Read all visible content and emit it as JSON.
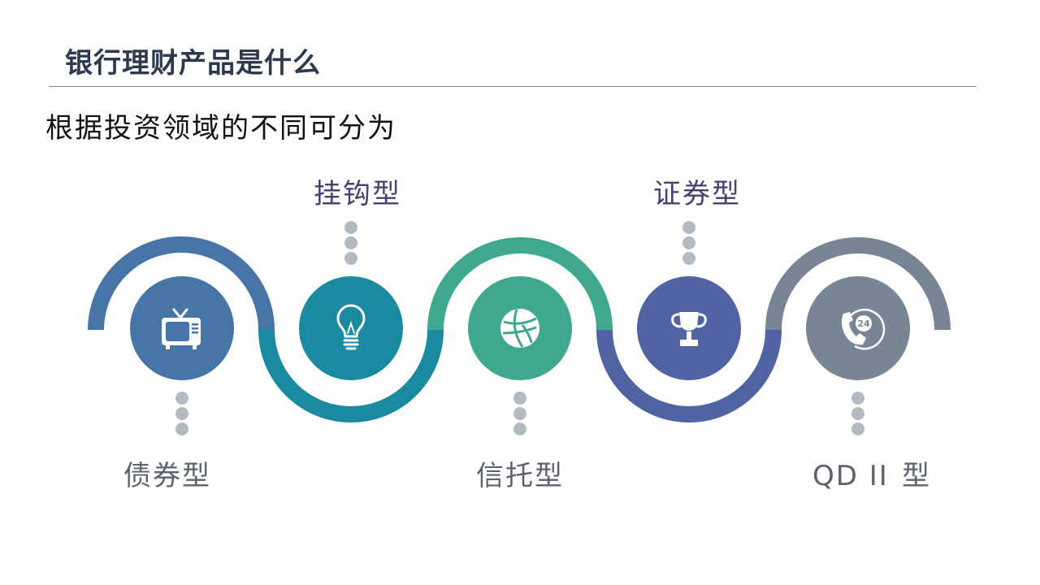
{
  "title": "银行理财产品是什么",
  "subtitle": "根据投资领域的不同可分为",
  "colors": {
    "title": "#2b3a4e",
    "dots": "#b3b9c2",
    "label_top": "#4a3f73",
    "label_bottom": "#5d6270"
  },
  "steps": [
    {
      "label": "债券型",
      "icon": "tv-icon",
      "color": "#4775a8"
    },
    {
      "label": "挂钩型",
      "icon": "lightbulb-icon",
      "color": "#1a8aa0"
    },
    {
      "label": "信托型",
      "icon": "basketball-icon",
      "color": "#3fa88f"
    },
    {
      "label": "证券型",
      "icon": "trophy-icon",
      "color": "#5063a3"
    },
    {
      "label": "型",
      "prefix": "QD II",
      "icon": "phone-24-icon",
      "color": "#788594"
    }
  ]
}
